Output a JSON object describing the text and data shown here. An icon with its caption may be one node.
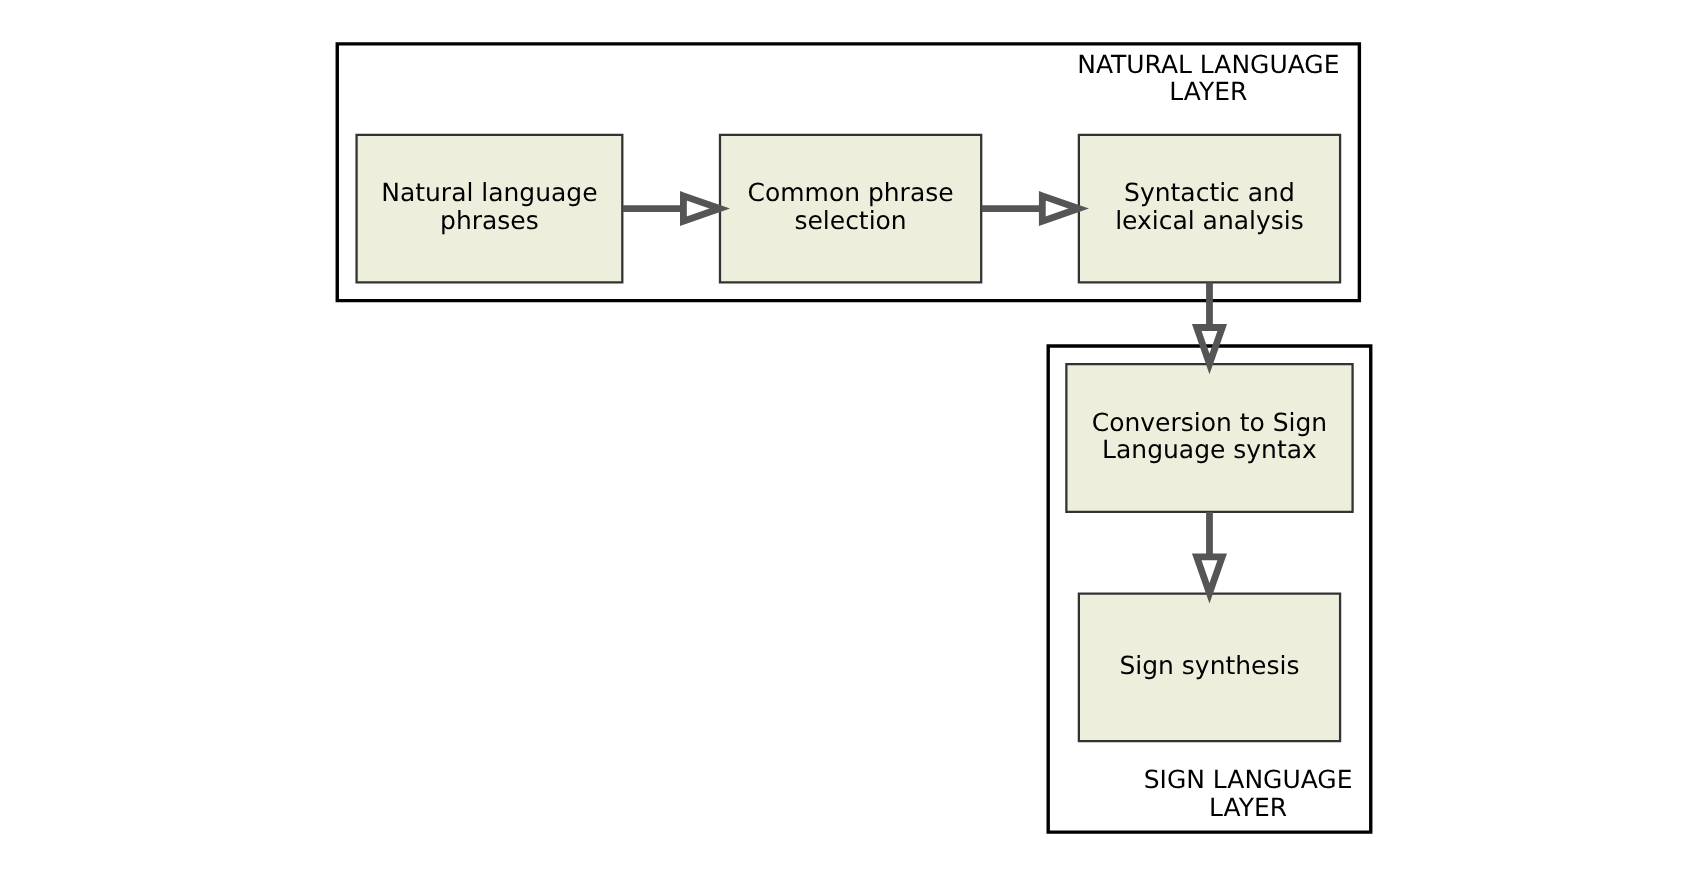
{
  "diagram": {
    "nodes": [
      {
        "text": [
          "NATURAL LANGUAGE LAYER"
        ]
      },
      {
        "text": [
          "Natural language phrases"
        ],
        "in": 0
      },
      {
        "text": [
          "Common phrase selection"
        ],
        "in": 0
      },
      {
        "text": [
          "Syntactic and lexical analysis"
        ],
        "in": 0
      },
      {
        "text": [
          "SIGN LANGUAGE LAYER"
        ]
      },
      {
        "text": [
          "Conversion to Sign Language syntax"
        ],
        "in": 4
      },
      {
        "text": [
          "Sign synthesis"
        ],
        "in": 4
      }
    ],
    "edges": [
      {
        "from": 1,
        "to": 2,
        "arrow": "to"
      },
      {
        "from": 2,
        "to": 3,
        "arrow": "to"
      },
      {
        "from": 3,
        "to": 5,
        "arrow": "to"
      },
      {
        "from": 5,
        "to": 6,
        "arrow": "to"
      }
    ]
  }
}
